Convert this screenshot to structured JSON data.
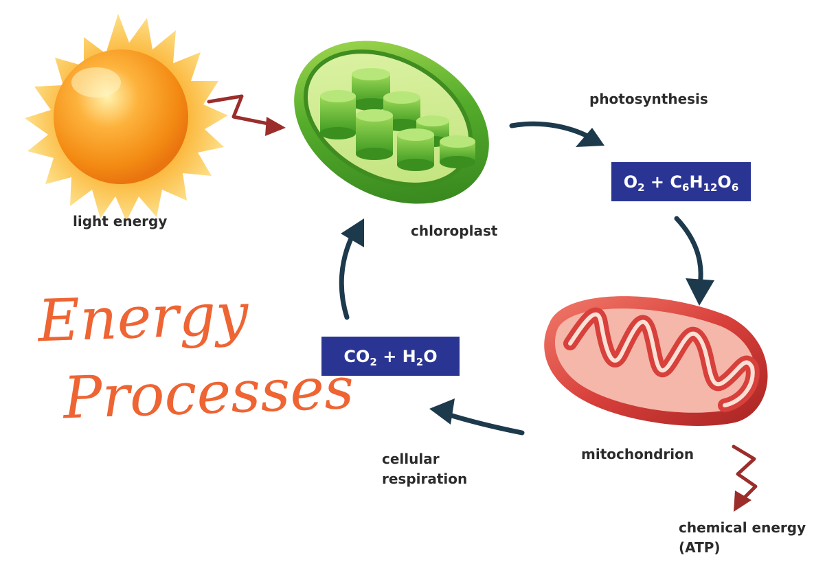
{
  "labels": {
    "light_energy": "light energy",
    "chloroplast": "chloroplast",
    "photosynthesis": "photosynthesis",
    "mitochondrion": "mitochondrion",
    "cellular_respiration_1": "cellular",
    "cellular_respiration_2": "respiration",
    "chemical_energy_1": "chemical energy",
    "chemical_energy_2": "(ATP)"
  },
  "formulas": {
    "products": {
      "o": "O",
      "o_sub": "2",
      "plus": "+",
      "c": "C",
      "c_sub": "6",
      "h": "H",
      "h_sub": "12",
      "o2": "O",
      "o2_sub": "6"
    },
    "reactants": {
      "co": "CO",
      "co_sub": "2",
      "plus": "+",
      "h": "H",
      "h_sub": "2",
      "o": "O"
    }
  },
  "handwritten": {
    "line1": "Energy",
    "line2": "Processes"
  },
  "colors": {
    "box": "#2a3593",
    "handwriting": "#ee6433",
    "arrow_dark": "#1d3a4d",
    "arrow_red": "#9b2d2a",
    "sun": "#f7a21b",
    "chloroplast": "#5cb32e",
    "mitochondrion": "#d8403b"
  },
  "icons": [
    "sun-icon",
    "chloroplast-icon",
    "mitochondrion-icon"
  ]
}
